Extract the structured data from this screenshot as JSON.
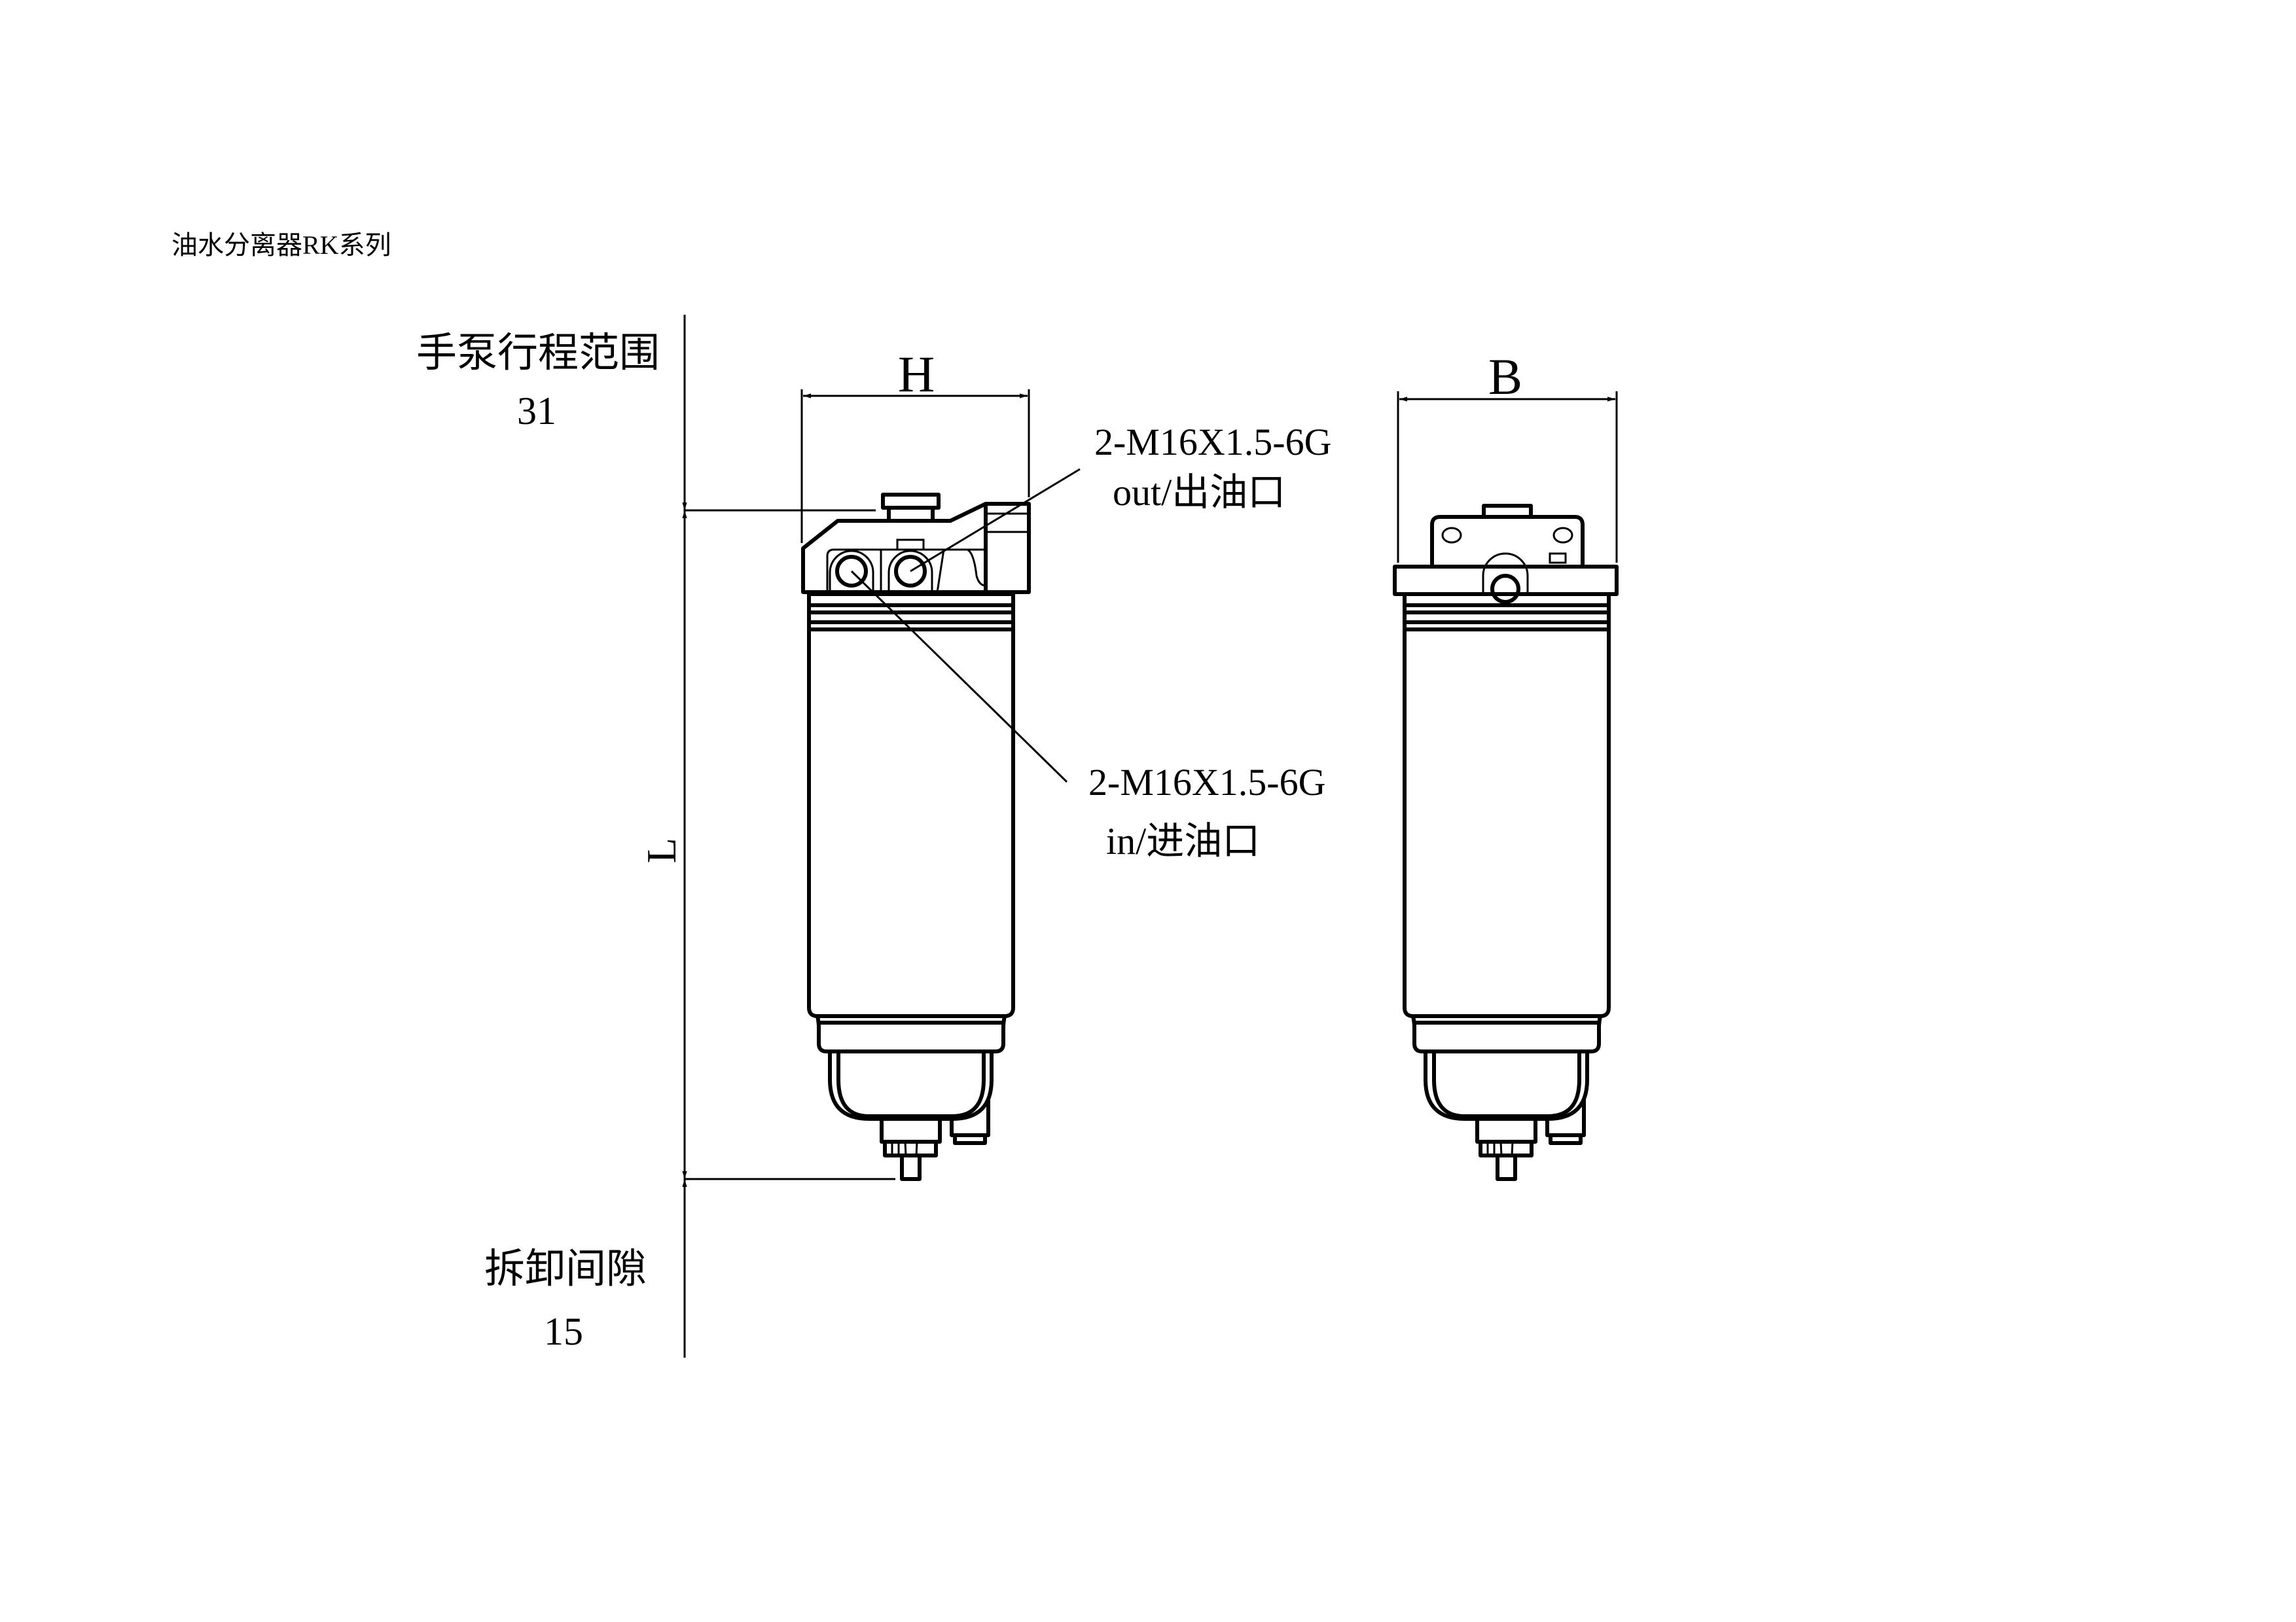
{
  "title": "油水分离器RK系列",
  "dimensions": {
    "width_label": "H",
    "depth_label": "B",
    "length_label": "L",
    "pump_stroke_label": "手泵行程范围",
    "pump_stroke_value": "31",
    "removal_clearance_label": "拆卸间隙",
    "removal_clearance_value": "15"
  },
  "callouts": {
    "outlet_thread": "2-M16X1.5-6G",
    "outlet_label": "out/出油口",
    "inlet_thread": "2-M16X1.5-6G",
    "inlet_label": "in/进油口"
  }
}
